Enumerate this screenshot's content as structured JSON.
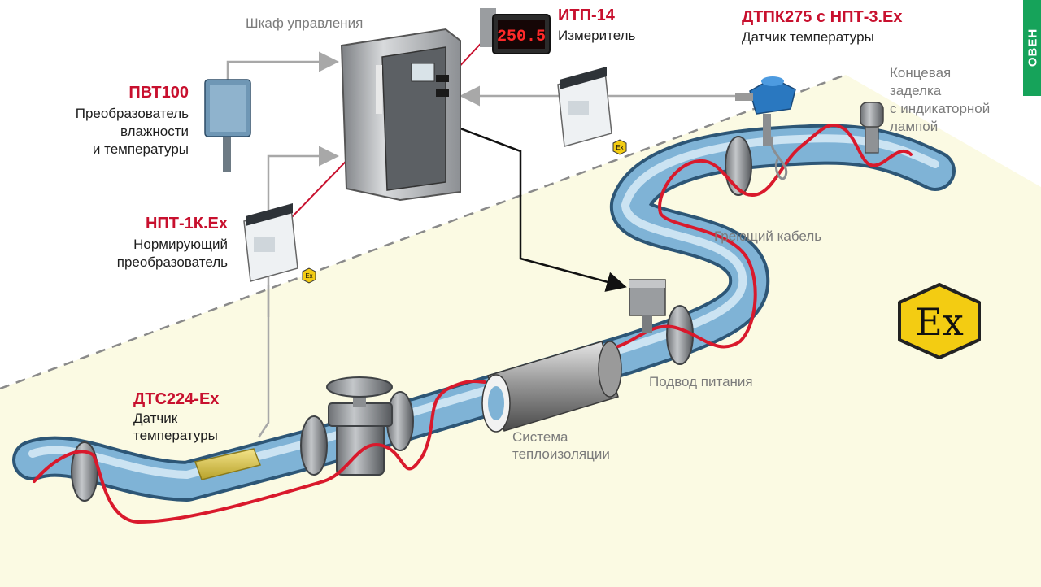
{
  "brand": {
    "text": "ОВЕН",
    "color": "#16a35a"
  },
  "colors": {
    "accent": "#c8102e",
    "cable": "#d9192c",
    "pipe": "#7fb3d6",
    "hazard_zone": "#fbfae3",
    "ex_sign": "#f3cc12"
  },
  "labels": {
    "cabinet": "Шкаф управления",
    "itp14": {
      "title": "ИТП-14",
      "desc": "Измеритель"
    },
    "display_value": "250.5",
    "dtpk": {
      "title": "ДТПК275 с НПТ-3.Ex",
      "desc": "Датчик температуры"
    },
    "pvt": {
      "title": "ПВТ100",
      "desc1": "Преобразователь",
      "desc2": "влажности",
      "desc3": "и температуры"
    },
    "npt": {
      "title": "НПТ-1К.Ex",
      "desc1": "Нормирующий",
      "desc2": "преобразователь"
    },
    "end_seal": {
      "line1": "Концевая",
      "line2": "заделка",
      "line3": "с индикаторной",
      "line4": "лампой"
    },
    "heating_cable": "Греющий кабель",
    "power_feed": "Подвод питания",
    "insulation": {
      "line1": "Система",
      "line2": "теплоизоляции"
    },
    "dts": {
      "title": "ДТС224-Ex",
      "desc1": "Датчик",
      "desc2": "температуры"
    },
    "ex_sign": "Ex",
    "ex_small": "Ex"
  }
}
